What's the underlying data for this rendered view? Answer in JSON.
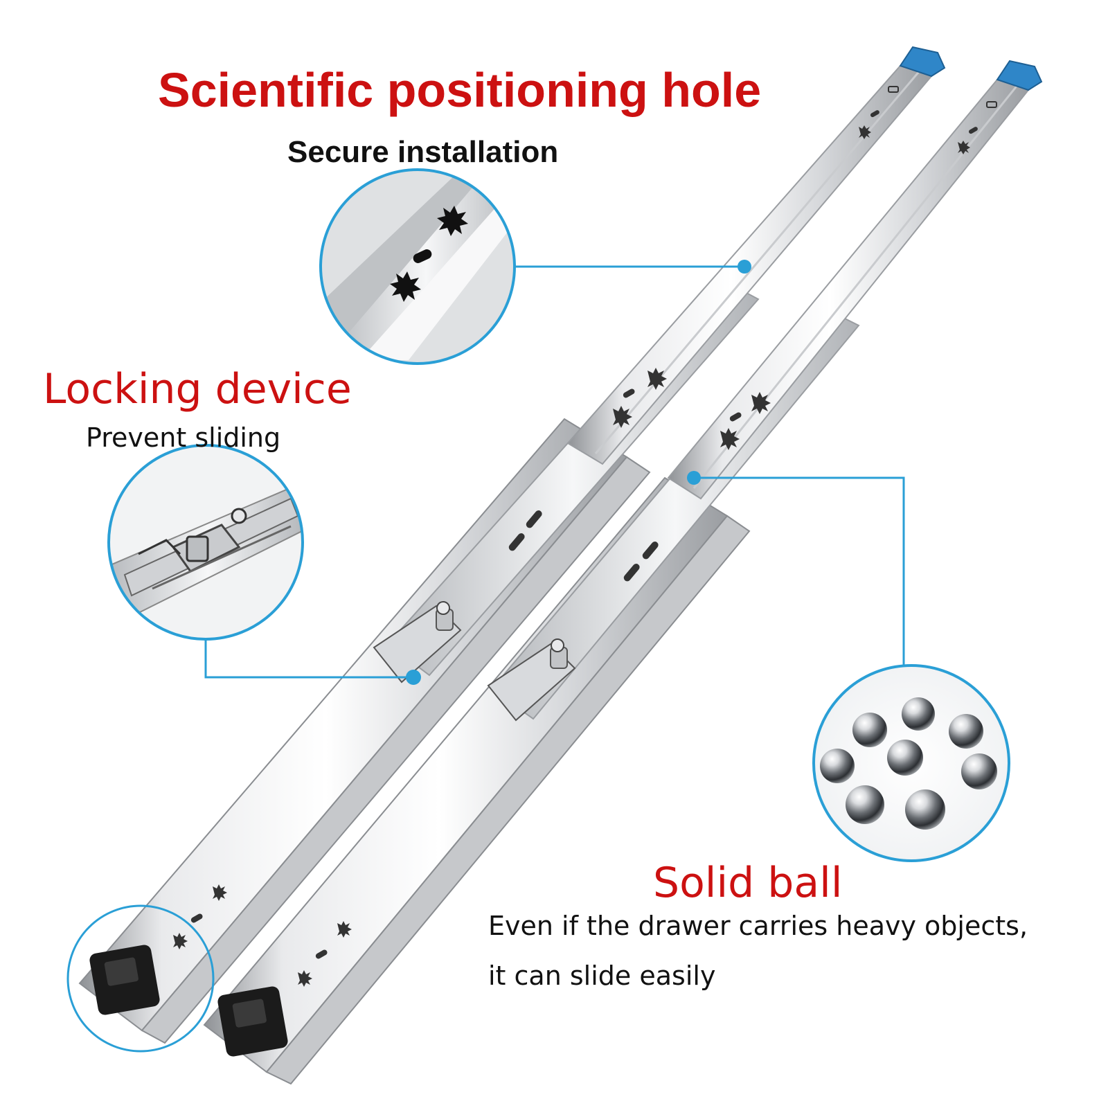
{
  "colors": {
    "red": "#cc1111",
    "black": "#111111",
    "callout_blue": "#2a9fd6",
    "rail_steel_light": "#eeeeef",
    "rail_steel_dark": "#9a9ca0",
    "end_cap_blue": "#2f86c8",
    "bumper_black": "#1b1b1b"
  },
  "features": {
    "positioning": {
      "title": "Scientific positioning hole",
      "subtitle": "Secure installation",
      "icon": "positioning-hole-detail"
    },
    "locking": {
      "title": "Locking device",
      "subtitle": "Prevent sliding",
      "icon": "locking-latch-detail"
    },
    "balls": {
      "title": "Solid ball",
      "line1": "Even if the drawer carries heavy objects,",
      "line2": "it can slide easily",
      "icon": "steel-balls-detail"
    }
  },
  "product": {
    "rails": 2,
    "end_caps": "blue",
    "bumpers": "black"
  }
}
